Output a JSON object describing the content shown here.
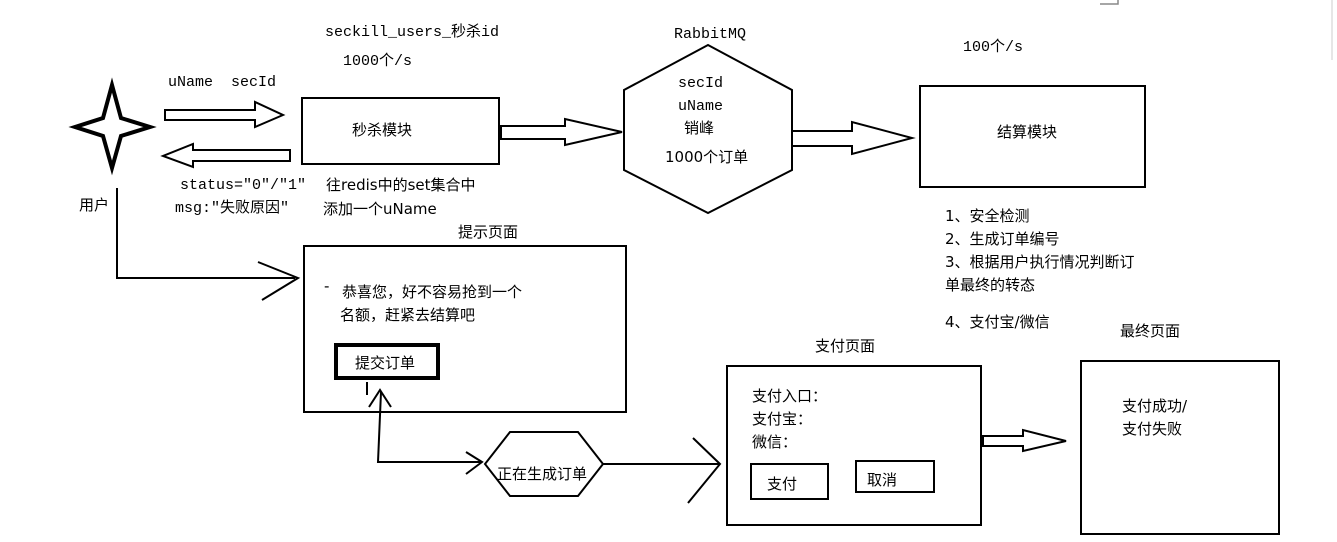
{
  "user": {
    "label": "用户"
  },
  "request": {
    "params": "uName  secId"
  },
  "response": {
    "status": "status=\"0\"/\"1\"",
    "msg": "msg:\"失败原因\""
  },
  "seckill": {
    "title": "seckill_users_秒杀id",
    "rate": "1000个/s",
    "module": "秒杀模块",
    "redis_line1": "往redis中的set集合中",
    "redis_line2": "添加一个uName"
  },
  "mq": {
    "title": "RabbitMQ",
    "secid": "secId",
    "uname": "uName",
    "peak": "销峰",
    "orders": "1000个订单"
  },
  "settle": {
    "rate": "100个/s",
    "module": "结算模块",
    "step1": "1、安全检测",
    "step2": "2、生成订单编号",
    "step3a": "3、根据用户执行情况判断订",
    "step3b": "单最终的转态",
    "step4": "4、支付宝/微信"
  },
  "prompt": {
    "title": "提示页面",
    "bullet": "-",
    "msg1": "恭喜您，好不容易抢到一个",
    "msg2": "名额，赶紧去结算吧",
    "submit": "提交订单"
  },
  "generating": {
    "label": "正在生成订单"
  },
  "pay": {
    "title": "支付页面",
    "entry": "支付入口：",
    "alipay": "支付宝：",
    "wechat": "微信：",
    "pay_btn": "支付",
    "cancel_btn": "取消"
  },
  "final": {
    "title": "最终页面",
    "line1": "支付成功/",
    "line2": "支付失败"
  }
}
